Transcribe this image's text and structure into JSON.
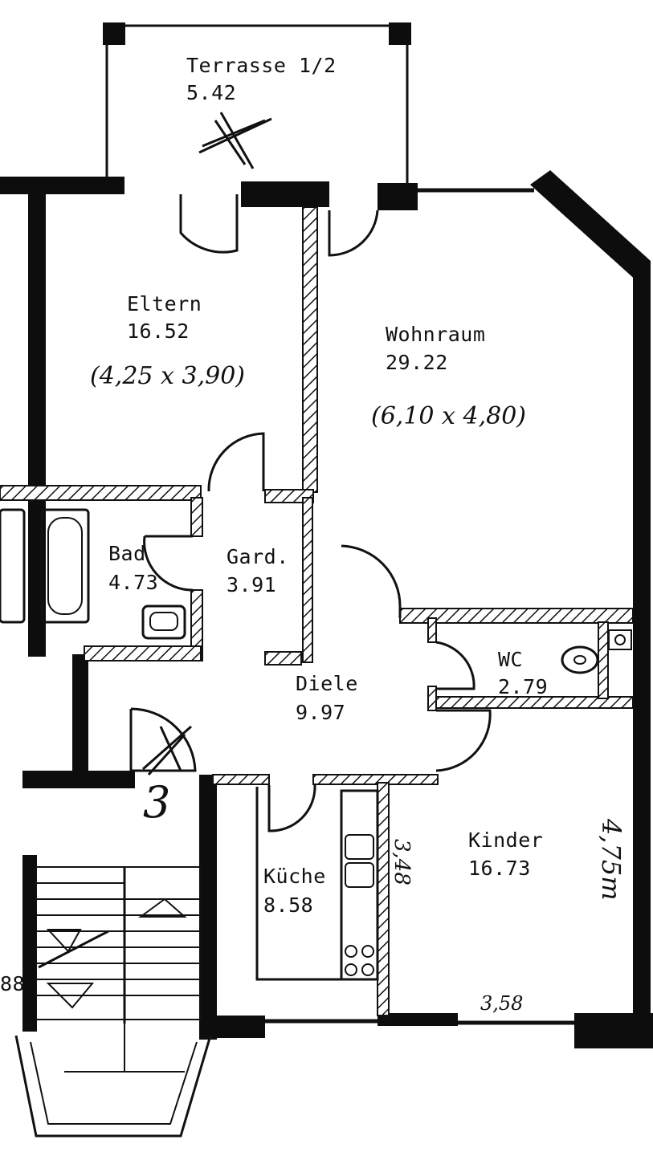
{
  "rooms": {
    "terrasse": {
      "name": "Terrasse 1/2",
      "area": "5.42"
    },
    "eltern": {
      "name": "Eltern",
      "area": "16.52",
      "dims": "(4,25 x 3,90)"
    },
    "wohnraum": {
      "name": "Wohnraum",
      "area": "29.22",
      "dims": "(6,10 x 4,80)"
    },
    "bad": {
      "name": "Bad",
      "area": "4.73"
    },
    "gard": {
      "name": "Gard.",
      "area": "3.91"
    },
    "wc": {
      "name": "WC",
      "area": "2.79"
    },
    "diele": {
      "name": "Diele",
      "area": "9.97"
    },
    "kueche": {
      "name": "Küche",
      "area": "8.58"
    },
    "kinder": {
      "name": "Kinder",
      "area": "16.73"
    }
  },
  "annotations": {
    "unit_number": "3",
    "kitchen_dim": "3,48",
    "kinder_width": "3,58",
    "kinder_length": "4,75m",
    "left_edge_fragment": "88"
  },
  "colors": {
    "ink": "#111111",
    "paper": "#ffffff"
  }
}
